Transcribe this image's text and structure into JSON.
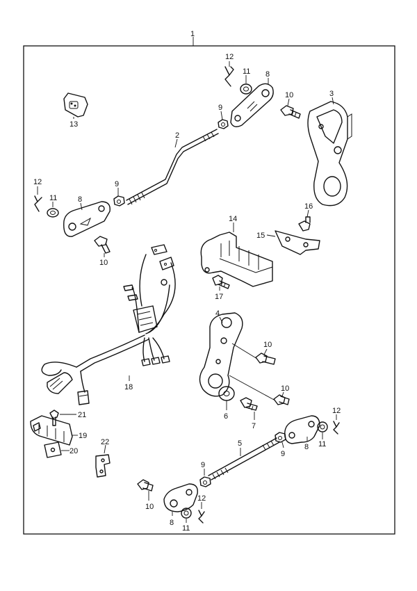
{
  "callouts": {
    "c1": "1",
    "c2": "2",
    "c3": "3",
    "c4": "4",
    "c5": "5",
    "c6": "6",
    "c7": "7",
    "c8a": "8",
    "c8b": "8",
    "c8c": "8",
    "c8d": "8",
    "c9a": "9",
    "c9b": "9",
    "c9c": "9",
    "c9d": "9",
    "c10a": "10",
    "c10b": "10",
    "c10c": "10",
    "c10d": "10",
    "c10e": "10",
    "c11a": "11",
    "c11b": "11",
    "c11c": "11",
    "c11d": "11",
    "c12a": "12",
    "c12b": "12",
    "c12c": "12",
    "c12d": "12",
    "c13": "13",
    "c14": "14",
    "c15": "15",
    "c16": "16",
    "c17": "17",
    "c18": "18",
    "c19": "19",
    "c20": "20",
    "c21": "21",
    "c22": "22"
  }
}
